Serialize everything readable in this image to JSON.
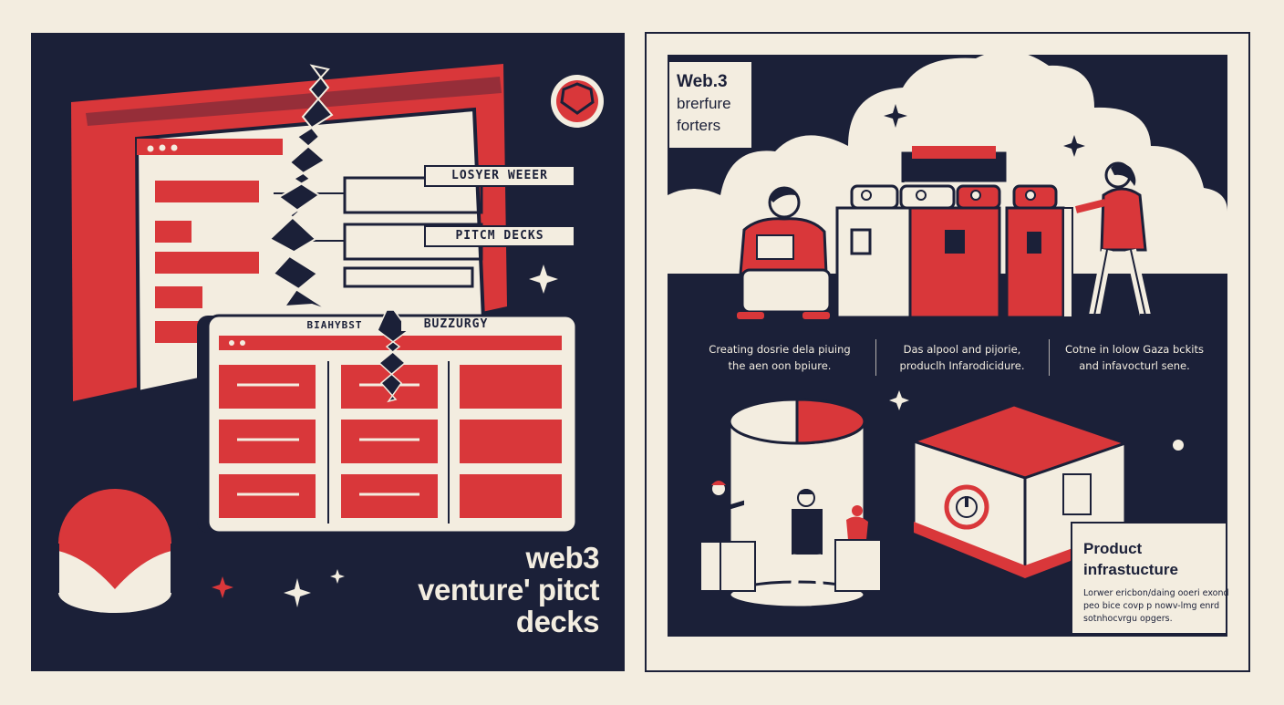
{
  "left_panel": {
    "browser_labels": {
      "top": "LOSYER WEEER",
      "middle": "PITCM DECKS"
    },
    "inner_panel_title": {
      "part_a": "BIAHYBST",
      "part_b": "BUZZURGY"
    },
    "hero_title_lines": [
      "web3",
      "venture' pitct",
      "decks"
    ]
  },
  "right_panel": {
    "badge_lines": [
      "Web.3",
      "brerfure",
      "forters"
    ],
    "captions": [
      {
        "lines": [
          "Creating dosrie dela piuing",
          "the aen oon bpiure."
        ]
      },
      {
        "lines": [
          "Das alpool and pijorie,",
          "produclh Infarodicidure."
        ]
      },
      {
        "lines": [
          "Cotne in lolow Gaza bckits",
          "and infavocturl sene."
        ]
      }
    ],
    "card": {
      "title_lines": [
        "Product",
        "infrastucture"
      ],
      "body_lines": [
        "Lorwer ericbon/daing ooeri exond",
        "peo bice covp p nowv-lmg enrd",
        "sotnhocvrgu opgers."
      ]
    }
  },
  "colors": {
    "navy": "#1b2038",
    "red": "#d9373a",
    "cream": "#f3ede0"
  }
}
